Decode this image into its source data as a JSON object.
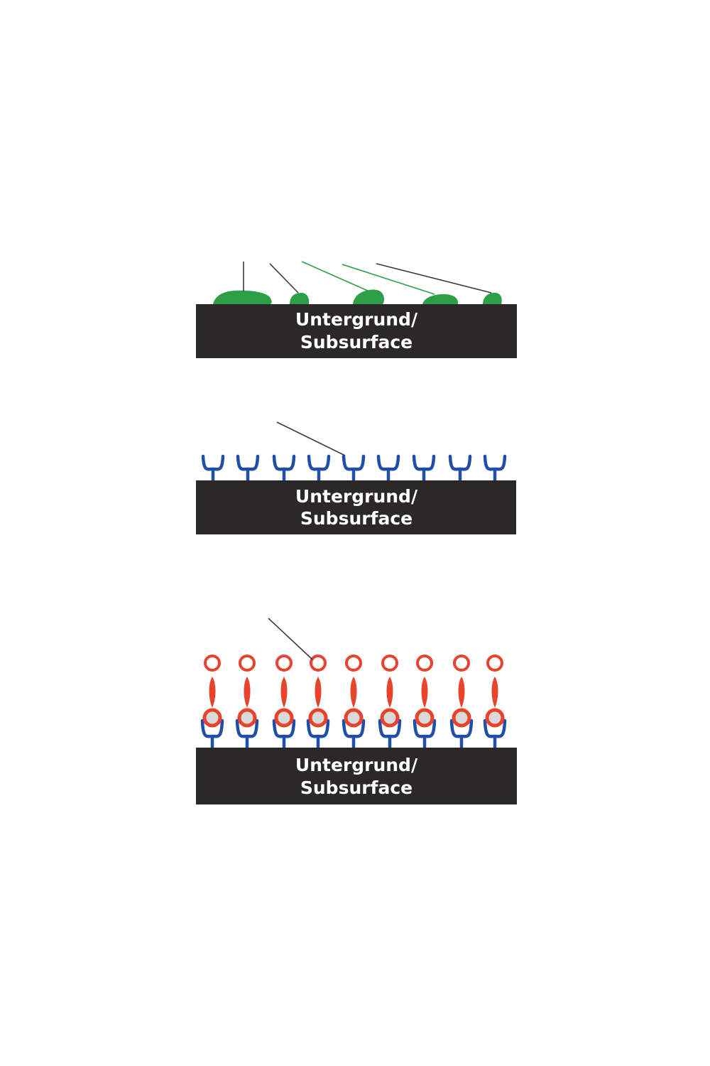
{
  "colors": {
    "background": "#ffffff",
    "substrate": "#2b2829",
    "substrate_text": "#ffffff",
    "dirt": "#2e9e48",
    "receptor": "#1f4fa8",
    "ligand": "#e8432c",
    "ligand_core": "#d9d9d9",
    "leader": "#3a3a3a"
  },
  "panels": [
    {
      "label_line1": "Untergrund/",
      "label_line2": "Subsurface",
      "layer": "dirt-particles",
      "particle_count": 5
    },
    {
      "label_line1": "Untergrund/",
      "label_line2": "Subsurface",
      "layer": "receptor-layer",
      "receptor_count": 9
    },
    {
      "label_line1": "Untergrund/",
      "label_line2": "Subsurface",
      "layer": "bound-molecule-layer",
      "receptor_count": 9
    }
  ]
}
